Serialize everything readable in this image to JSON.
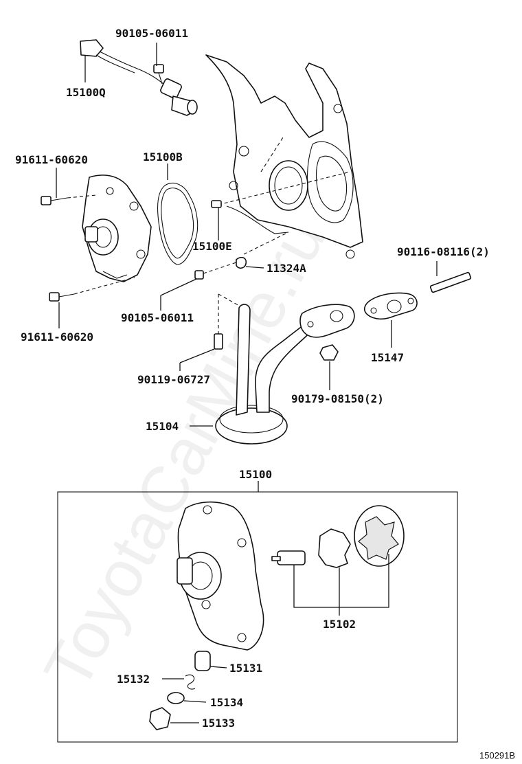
{
  "watermark": "ToyotaCarMine.ru",
  "figure_ref": "150291B",
  "labels": {
    "bolt_top": "90105-06011",
    "sensor": "15100Q",
    "bolt_pump_upper": "91611-60620",
    "gasket": "15100B",
    "pin": "15100E",
    "clip": "11324A",
    "stud": "90116-08116(2)",
    "bolt_mid": "90105-06011",
    "bolt_pump_lower": "91611-60620",
    "strainer_gasket": "15147",
    "bolt_strainer": "90119-06727",
    "nut": "90179-08150(2)",
    "strainer": "15104",
    "assembly": "15100",
    "rotor_set": "15102",
    "relief_valve": "15131",
    "spring": "15132",
    "washer": "15134",
    "plug": "15133"
  },
  "icons": {
    "bolt": "bolt-icon",
    "sensor": "sensor-icon",
    "pump": "oil-pump-icon"
  }
}
